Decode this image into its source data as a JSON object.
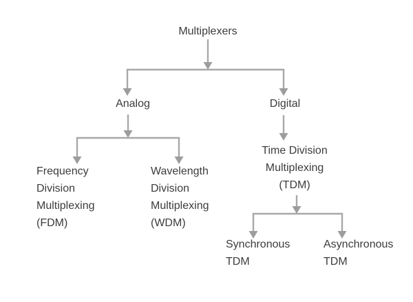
{
  "diagram": {
    "title": "Multiplexers",
    "nodes": {
      "root": {
        "label": "Multiplexers"
      },
      "analog": {
        "label": "Analog"
      },
      "digital": {
        "label": "Digital"
      },
      "fdm": {
        "label": "Frequency\nDivision\nMultiplexing\n(FDM)"
      },
      "wdm": {
        "label": "Wavelength\nDivision\nMultiplexing\n(WDM)"
      },
      "tdm": {
        "label": "Time Division\nMultiplexing\n(TDM)"
      },
      "sync_tdm": {
        "label": "Synchronous\nTDM"
      },
      "async_tdm": {
        "label": "Asynchronous\nTDM"
      }
    },
    "edges": [
      "root->analog",
      "root->digital",
      "analog->fdm",
      "analog->wdm",
      "digital->tdm",
      "tdm->sync_tdm",
      "tdm->async_tdm"
    ],
    "colors": {
      "line": "#a8a8a8",
      "arrowhead": "#9d9d9d",
      "text": "#3c3c3c",
      "background": "#ffffff"
    }
  }
}
